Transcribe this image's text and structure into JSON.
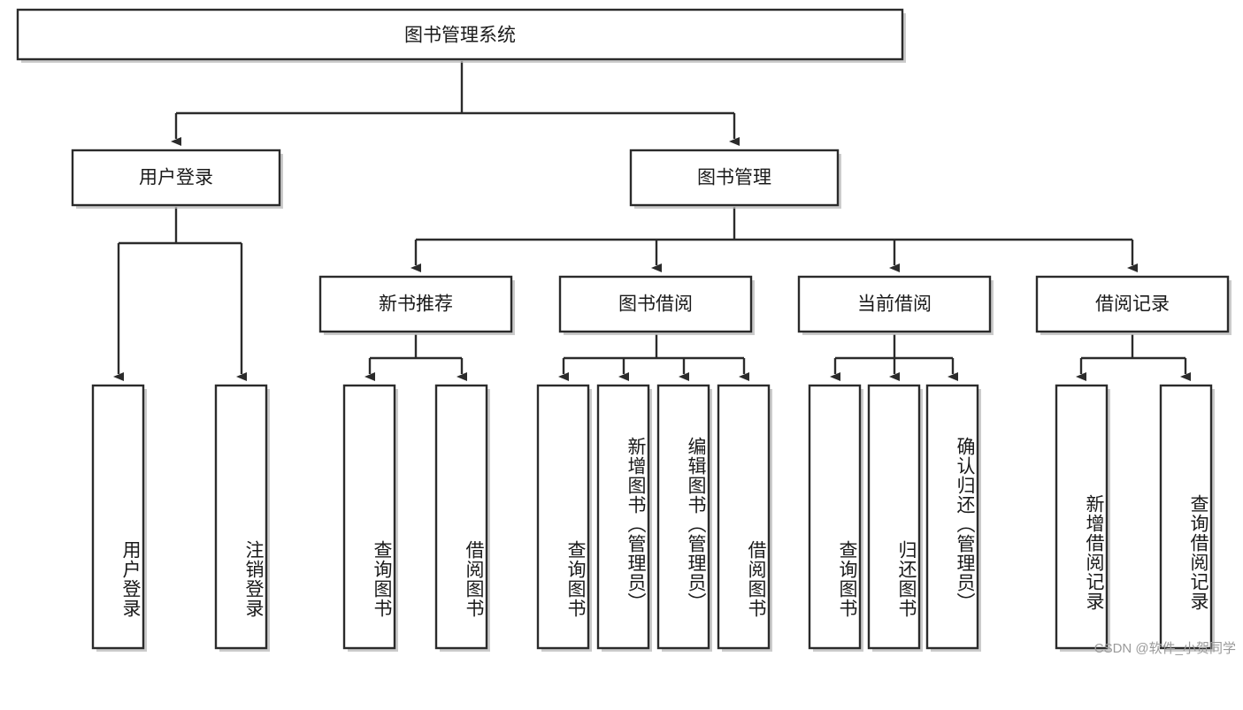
{
  "diagram": {
    "title_node": {
      "label": "图书管理系统"
    },
    "level2": [
      {
        "id": "user-login",
        "label": "用户登录"
      },
      {
        "id": "book-management",
        "label": "图书管理"
      }
    ],
    "level3": [
      {
        "id": "new-book-recommend",
        "label": "新书推荐",
        "parent": "book-management"
      },
      {
        "id": "book-borrow",
        "label": "图书借阅",
        "parent": "book-management"
      },
      {
        "id": "current-borrow",
        "label": "当前借阅",
        "parent": "book-management"
      },
      {
        "id": "borrow-record",
        "label": "借阅记录",
        "parent": "book-management"
      }
    ],
    "leaves": [
      {
        "id": "leaf-user-login",
        "label": "用户登录",
        "parent": "user-login"
      },
      {
        "id": "leaf-logout-login",
        "label": "注销登录",
        "parent": "user-login"
      },
      {
        "id": "leaf-query-book-1",
        "label": "查询图书",
        "parent": "new-book-recommend"
      },
      {
        "id": "leaf-borrow-book-1",
        "label": "借阅图书",
        "parent": "new-book-recommend"
      },
      {
        "id": "leaf-query-book-2",
        "label": "查询图书",
        "parent": "book-borrow"
      },
      {
        "id": "leaf-add-book",
        "label": "新增图书（管理员）",
        "parent": "book-borrow"
      },
      {
        "id": "leaf-edit-book",
        "label": "编辑图书（管理员）",
        "parent": "book-borrow"
      },
      {
        "id": "leaf-borrow-book-2",
        "label": "借阅图书",
        "parent": "book-borrow"
      },
      {
        "id": "leaf-query-book-3",
        "label": "查询图书",
        "parent": "current-borrow"
      },
      {
        "id": "leaf-return-book",
        "label": "归还图书",
        "parent": "current-borrow"
      },
      {
        "id": "leaf-confirm-return",
        "label": "确认归还（管理员）",
        "parent": "current-borrow"
      },
      {
        "id": "leaf-add-record",
        "label": "新增借阅记录",
        "parent": "borrow-record"
      },
      {
        "id": "leaf-query-record",
        "label": "查询借阅记录",
        "parent": "borrow-record"
      }
    ],
    "watermark": "CSDN @软件_小贺同学",
    "colors": {
      "stroke": "#2b2b2b",
      "fill": "#ffffff",
      "text": "#1a1a1a",
      "watermark": "#9a9a9a",
      "shadow": "#b9b9b9"
    }
  }
}
